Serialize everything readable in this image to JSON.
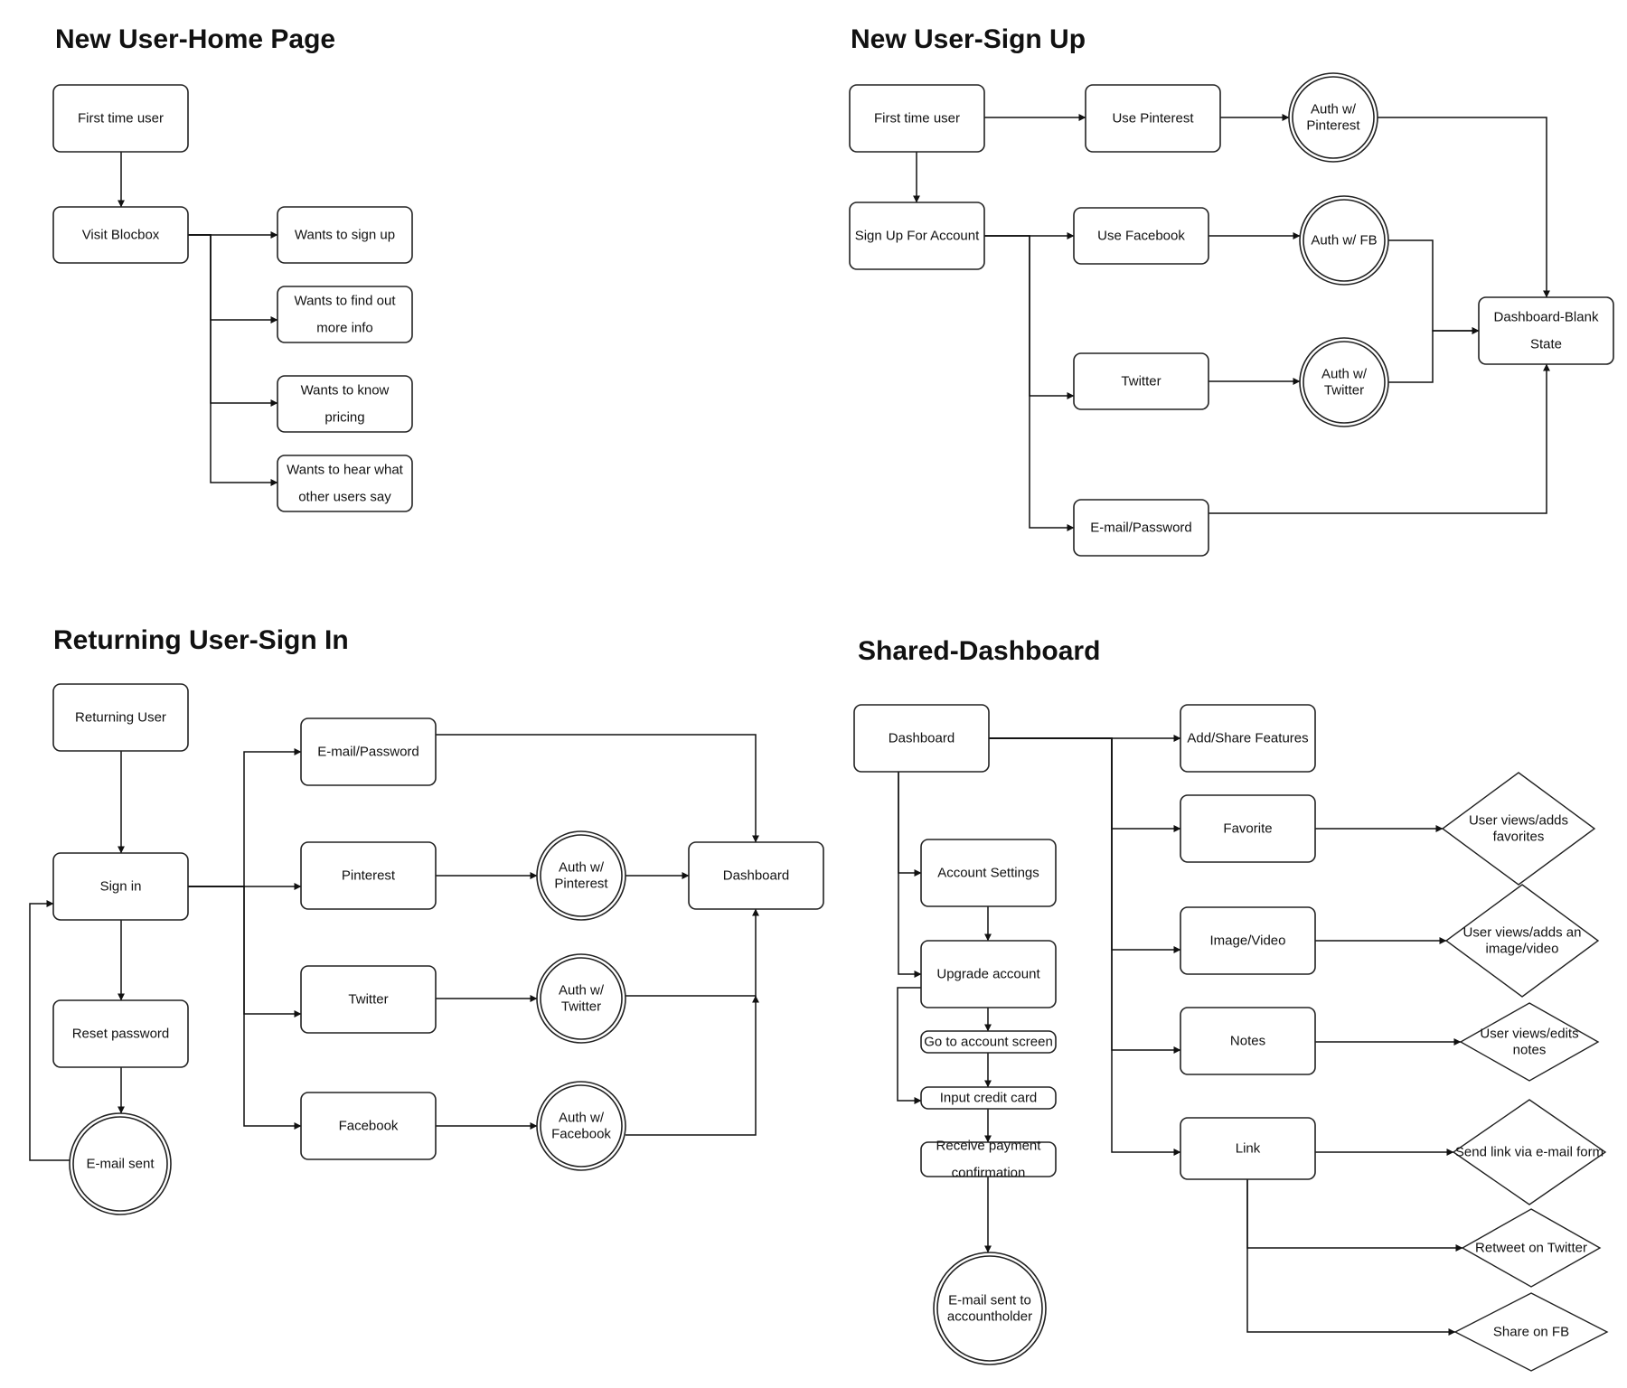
{
  "sections": [
    {
      "id": "home",
      "title": "New User-Home Page"
    },
    {
      "id": "signup",
      "title": "New User-Sign Up"
    },
    {
      "id": "signin",
      "title": "Returning User-Sign In"
    },
    {
      "id": "dashboard",
      "title": "Shared-Dashboard"
    }
  ],
  "nodes": [
    {
      "id": "h1",
      "section": "home",
      "shape": "rect",
      "lines": [
        "First time user"
      ]
    },
    {
      "id": "h2",
      "section": "home",
      "shape": "rect",
      "lines": [
        "Visit Blocbox"
      ]
    },
    {
      "id": "h3",
      "section": "home",
      "shape": "rect",
      "lines": [
        "Wants to sign up"
      ]
    },
    {
      "id": "h4",
      "section": "home",
      "shape": "rect",
      "lines": [
        "Wants to find out",
        "more info"
      ]
    },
    {
      "id": "h5",
      "section": "home",
      "shape": "rect",
      "lines": [
        "Wants to know",
        "pricing"
      ]
    },
    {
      "id": "h6",
      "section": "home",
      "shape": "rect",
      "lines": [
        "Wants to hear what",
        "other users  say"
      ]
    },
    {
      "id": "s1",
      "section": "signup",
      "shape": "rect",
      "lines": [
        "First time user"
      ]
    },
    {
      "id": "s2",
      "section": "signup",
      "shape": "rect",
      "lines": [
        "Use Pinterest"
      ]
    },
    {
      "id": "s3",
      "section": "signup",
      "shape": "circle",
      "lines": [
        "Auth w/",
        "Pinterest"
      ]
    },
    {
      "id": "s4",
      "section": "signup",
      "shape": "rect",
      "lines": [
        "Sign Up For Account"
      ]
    },
    {
      "id": "s5",
      "section": "signup",
      "shape": "rect",
      "lines": [
        "Use Facebook"
      ]
    },
    {
      "id": "s6",
      "section": "signup",
      "shape": "circle",
      "lines": [
        "Auth w/ FB"
      ]
    },
    {
      "id": "s7",
      "section": "signup",
      "shape": "rect",
      "lines": [
        "Twitter"
      ]
    },
    {
      "id": "s8",
      "section": "signup",
      "shape": "circle",
      "lines": [
        "Auth w/",
        "Twitter"
      ]
    },
    {
      "id": "s9",
      "section": "signup",
      "shape": "rect",
      "lines": [
        "Dashboard-Blank",
        "State"
      ]
    },
    {
      "id": "s10",
      "section": "signup",
      "shape": "rect",
      "lines": [
        "E-mail/Password"
      ]
    },
    {
      "id": "r1",
      "section": "signin",
      "shape": "rect",
      "lines": [
        "Returning User"
      ]
    },
    {
      "id": "r2",
      "section": "signin",
      "shape": "rect",
      "lines": [
        "Sign in"
      ]
    },
    {
      "id": "r3",
      "section": "signin",
      "shape": "rect",
      "lines": [
        "Reset password"
      ]
    },
    {
      "id": "r4",
      "section": "signin",
      "shape": "circle",
      "lines": [
        "E-mail sent"
      ]
    },
    {
      "id": "r5",
      "section": "signin",
      "shape": "rect",
      "lines": [
        "E-mail/Password"
      ]
    },
    {
      "id": "r6",
      "section": "signin",
      "shape": "rect",
      "lines": [
        "Pinterest"
      ]
    },
    {
      "id": "r7",
      "section": "signin",
      "shape": "circle",
      "lines": [
        "Auth w/",
        "Pinterest"
      ]
    },
    {
      "id": "r8",
      "section": "signin",
      "shape": "rect",
      "lines": [
        "Dashboard"
      ]
    },
    {
      "id": "r9",
      "section": "signin",
      "shape": "rect",
      "lines": [
        "Twitter"
      ]
    },
    {
      "id": "r10",
      "section": "signin",
      "shape": "circle",
      "lines": [
        "Auth w/",
        "Twitter"
      ]
    },
    {
      "id": "r11",
      "section": "signin",
      "shape": "rect",
      "lines": [
        "Facebook"
      ]
    },
    {
      "id": "r12",
      "section": "signin",
      "shape": "circle",
      "lines": [
        "Auth w/",
        "Facebook"
      ]
    },
    {
      "id": "d1",
      "section": "dashboard",
      "shape": "rect",
      "lines": [
        "Dashboard"
      ]
    },
    {
      "id": "d2",
      "section": "dashboard",
      "shape": "rect",
      "lines": [
        "Account Settings"
      ]
    },
    {
      "id": "d3",
      "section": "dashboard",
      "shape": "rect",
      "lines": [
        "Upgrade account"
      ]
    },
    {
      "id": "d4",
      "section": "dashboard",
      "shape": "rect",
      "lines": [
        "Go to account screen"
      ]
    },
    {
      "id": "d5",
      "section": "dashboard",
      "shape": "rect",
      "lines": [
        "Input credit card"
      ]
    },
    {
      "id": "d6",
      "section": "dashboard",
      "shape": "rect",
      "lines": [
        "Receive payment",
        "confirmation"
      ]
    },
    {
      "id": "d7",
      "section": "dashboard",
      "shape": "circle",
      "lines": [
        "E-mail sent to",
        "accountholder"
      ]
    },
    {
      "id": "d8",
      "section": "dashboard",
      "shape": "rect",
      "lines": [
        "Add/Share Features"
      ]
    },
    {
      "id": "d9",
      "section": "dashboard",
      "shape": "rect",
      "lines": [
        "Favorite"
      ]
    },
    {
      "id": "d10",
      "section": "dashboard",
      "shape": "diamond",
      "lines": [
        "User views/adds",
        "favorites"
      ]
    },
    {
      "id": "d11",
      "section": "dashboard",
      "shape": "rect",
      "lines": [
        "Image/Video"
      ]
    },
    {
      "id": "d12",
      "section": "dashboard",
      "shape": "diamond",
      "lines": [
        "User views/adds an",
        "image/video"
      ]
    },
    {
      "id": "d13",
      "section": "dashboard",
      "shape": "rect",
      "lines": [
        "Notes"
      ]
    },
    {
      "id": "d14",
      "section": "dashboard",
      "shape": "diamond",
      "lines": [
        "User views/edits",
        "notes"
      ]
    },
    {
      "id": "d15",
      "section": "dashboard",
      "shape": "rect",
      "lines": [
        "Link"
      ]
    },
    {
      "id": "d16",
      "section": "dashboard",
      "shape": "diamond",
      "lines": [
        "Send link via e-mail form"
      ]
    },
    {
      "id": "d17",
      "section": "dashboard",
      "shape": "diamond",
      "lines": [
        "Retweet on Twitter"
      ]
    },
    {
      "id": "d18",
      "section": "dashboard",
      "shape": "diamond",
      "lines": [
        "Share on FB"
      ]
    }
  ],
  "edges": [
    {
      "from": "h1",
      "to": "h2"
    },
    {
      "from": "h2",
      "to": "h3"
    },
    {
      "from": "h2",
      "to": "h4"
    },
    {
      "from": "h2",
      "to": "h5"
    },
    {
      "from": "h2",
      "to": "h6"
    },
    {
      "from": "s1",
      "to": "s2"
    },
    {
      "from": "s2",
      "to": "s3"
    },
    {
      "from": "s3",
      "to": "s9"
    },
    {
      "from": "s1",
      "to": "s4"
    },
    {
      "from": "s4",
      "to": "s5"
    },
    {
      "from": "s4",
      "to": "s7"
    },
    {
      "from": "s4",
      "to": "s10"
    },
    {
      "from": "s5",
      "to": "s6"
    },
    {
      "from": "s7",
      "to": "s8"
    },
    {
      "from": "s6",
      "to": "s9"
    },
    {
      "from": "s8",
      "to": "s9"
    },
    {
      "from": "s10",
      "to": "s9"
    },
    {
      "from": "r1",
      "to": "r2"
    },
    {
      "from": "r2",
      "to": "r3"
    },
    {
      "from": "r3",
      "to": "r4"
    },
    {
      "from": "r4",
      "to": "r2"
    },
    {
      "from": "r2",
      "to": "r5"
    },
    {
      "from": "r2",
      "to": "r6"
    },
    {
      "from": "r2",
      "to": "r9"
    },
    {
      "from": "r2",
      "to": "r11"
    },
    {
      "from": "r5",
      "to": "r8"
    },
    {
      "from": "r6",
      "to": "r7"
    },
    {
      "from": "r7",
      "to": "r8"
    },
    {
      "from": "r9",
      "to": "r10"
    },
    {
      "from": "r10",
      "to": "r8"
    },
    {
      "from": "r11",
      "to": "r12"
    },
    {
      "from": "r12",
      "to": "r8"
    },
    {
      "from": "d1",
      "to": "d2"
    },
    {
      "from": "d1",
      "to": "d3"
    },
    {
      "from": "d2",
      "to": "d3"
    },
    {
      "from": "d3",
      "to": "d4"
    },
    {
      "from": "d4",
      "to": "d5"
    },
    {
      "from": "d3",
      "to": "d5"
    },
    {
      "from": "d5",
      "to": "d6"
    },
    {
      "from": "d6",
      "to": "d7"
    },
    {
      "from": "d1",
      "to": "d8"
    },
    {
      "from": "d1",
      "to": "d9"
    },
    {
      "from": "d1",
      "to": "d11"
    },
    {
      "from": "d1",
      "to": "d13"
    },
    {
      "from": "d1",
      "to": "d15"
    },
    {
      "from": "d9",
      "to": "d10"
    },
    {
      "from": "d11",
      "to": "d12"
    },
    {
      "from": "d13",
      "to": "d14"
    },
    {
      "from": "d15",
      "to": "d16"
    },
    {
      "from": "d15",
      "to": "d17"
    },
    {
      "from": "d15",
      "to": "d18"
    }
  ]
}
